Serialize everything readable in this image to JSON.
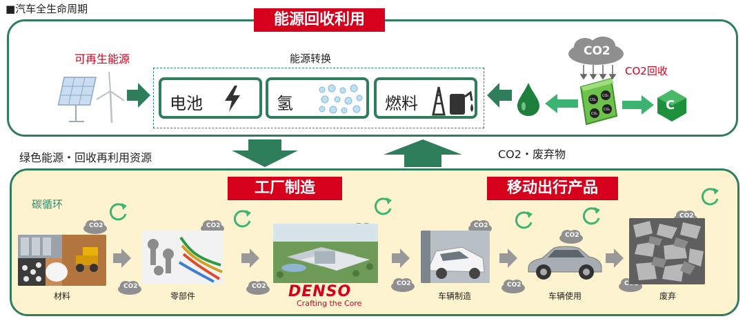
{
  "title": "■汽车全生命周期",
  "top": {
    "banner": "能源回收利用",
    "renewable": "可再生能源",
    "conversion": "能源转换",
    "boxes": [
      "电池",
      "氢",
      "燃料"
    ],
    "co2_recovery": "CO2回收",
    "cloud": "CO2",
    "c_label": "C"
  },
  "middle": {
    "green_resources": "绿色能源・回收再利用资源",
    "co2_waste": "CO2・废弃物"
  },
  "bottom": {
    "factory_banner": "工厂制造",
    "mobility_banner": "移动出行产品",
    "carbon_cycle": "碳循环",
    "co2_badge": "CO2",
    "items": [
      "材料",
      "零部件",
      "",
      "车辆制造",
      "车辆使用",
      "废弃"
    ],
    "denso": "DENSO",
    "denso_sub": "Crafting the Core"
  },
  "colors": {
    "accent_green": "#2e7d5b",
    "brand_red": "#d6001c",
    "panel_bg": "#fdf3cf"
  }
}
